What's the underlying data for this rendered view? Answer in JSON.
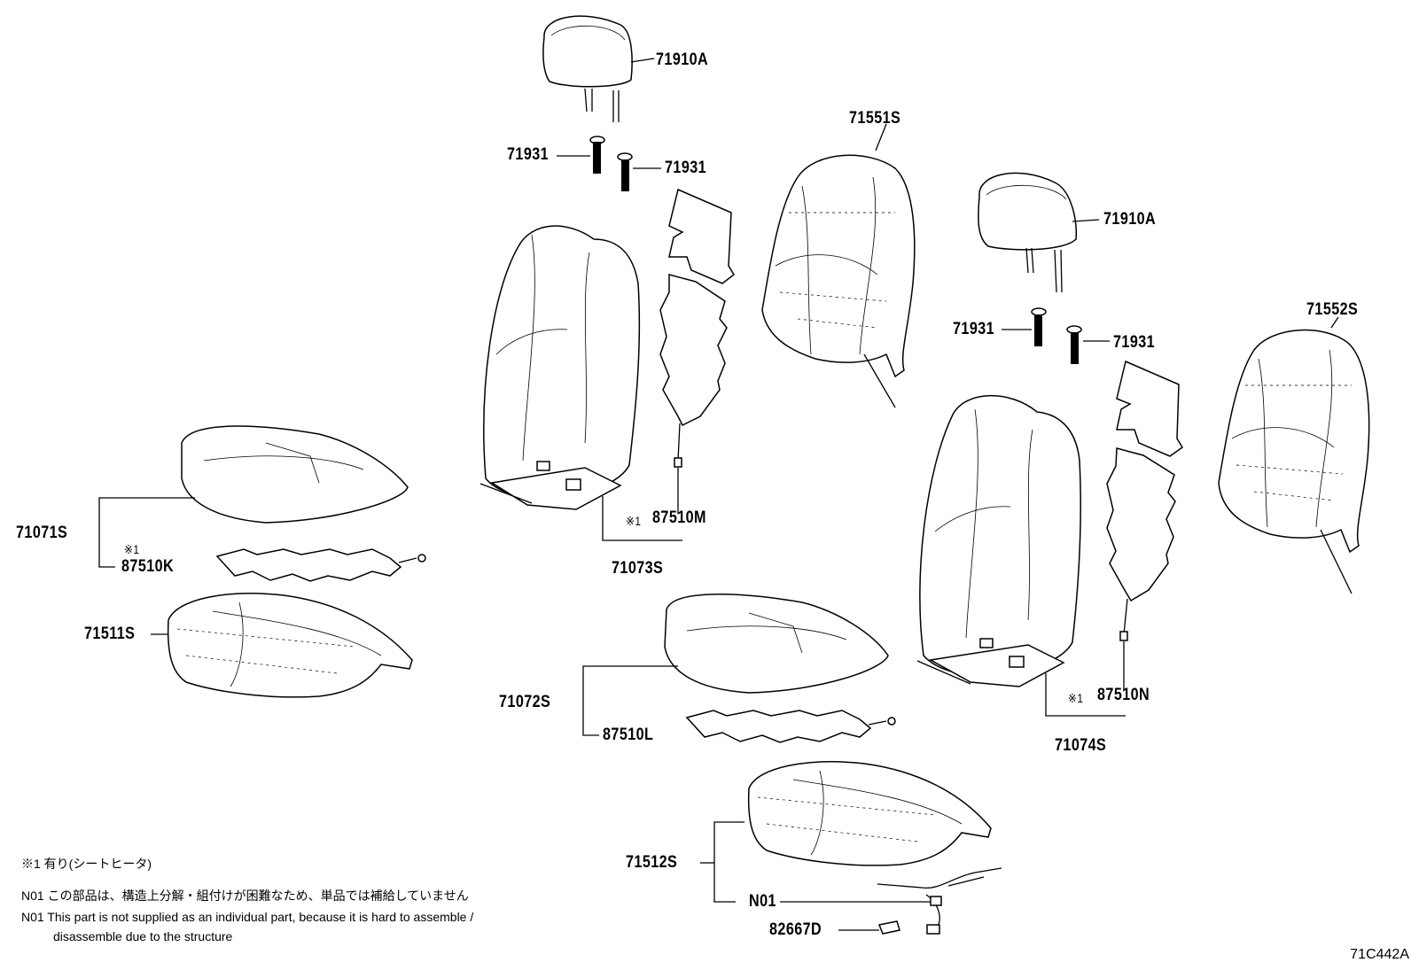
{
  "parts": {
    "headrest_1": "71910A",
    "headrest_2": "71910A",
    "screw_1a": "71931",
    "screw_1b": "71931",
    "screw_2a": "71931",
    "screw_2b": "71931",
    "back_cover_1": "71551S",
    "back_cover_2": "71552S",
    "cushion_assy_1": "71071S",
    "cushion_heater_1": "87510K",
    "cushion_heater_1_mark": "※1",
    "cushion_cover_1": "71511S",
    "back_assy_1": "71073S",
    "back_heater_1": "87510M",
    "back_heater_1_mark": "※1",
    "cushion_assy_2": "71072S",
    "cushion_heater_2": "87510L",
    "cushion_cover_2": "71512S",
    "back_assy_2": "71074S",
    "back_heater_2": "87510N",
    "back_heater_2_mark": "※1",
    "harness": "N01",
    "connector": "82667D"
  },
  "notes": {
    "n1": "※1 有り(シートヒータ)",
    "n2": "N01 この部品は、構造上分解・組付けが困難なため、単品では補給していません",
    "n3a": "N01 This part is not supplied as an individual part, because it is hard to assemble /",
    "n3b": "disassemble due to the structure"
  },
  "diagram_code": "71C442A"
}
